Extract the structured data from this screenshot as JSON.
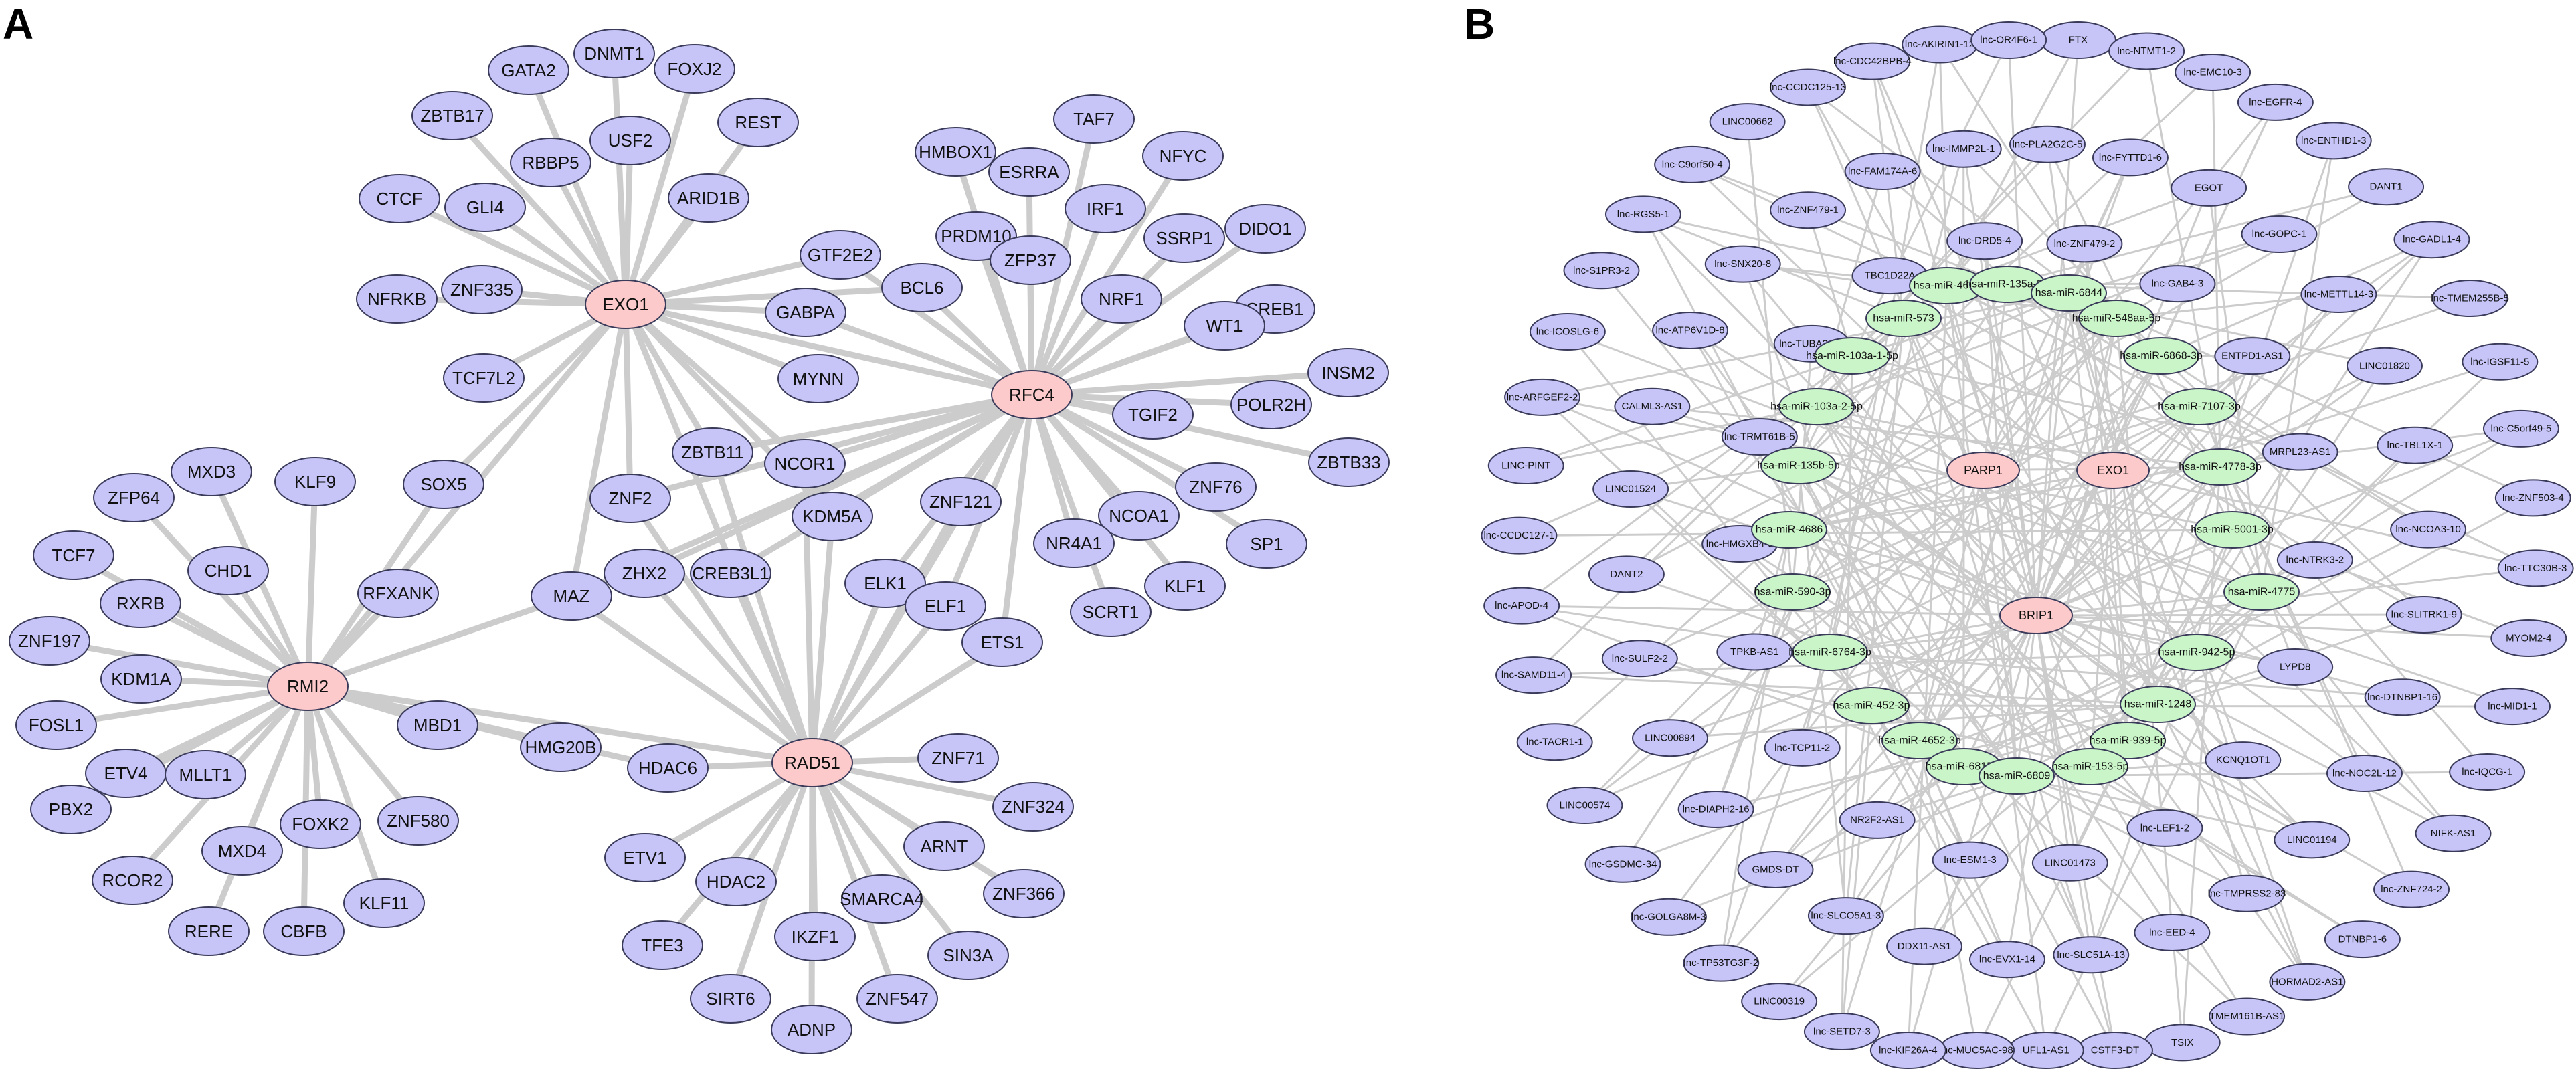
{
  "panels": {
    "a": "A",
    "b": "B"
  },
  "colors": {
    "tf": "#c7c5f7",
    "hub": "#fccacb",
    "mirna": "#caf5c8",
    "edge": "#cccccc",
    "stroke": "#3a3a5a"
  },
  "network_a": {
    "hubs": [
      "EXO1",
      "RFC4",
      "RMI2",
      "RAD51"
    ],
    "exo1_targets": [
      "GATA2",
      "DNMT1",
      "FOXJ2",
      "ZBTB17",
      "RBBP5",
      "USF2",
      "REST",
      "CTCF",
      "GLI4",
      "ARID1B",
      "NFRKB",
      "ZNF335",
      "TCF7L2",
      "SOX5",
      "GTF2E2",
      "GABPA",
      "MYNN",
      "BCL6",
      "ZBTB11",
      "MAZ",
      "NCOR1"
    ],
    "rfc4_targets": [
      "TAF7",
      "HMBOX1",
      "ESRRA",
      "NFYC",
      "IRF1",
      "PRDM10",
      "SSRP1",
      "DIDO1",
      "ZFP37",
      "NRF1",
      "CREB1",
      "WT1",
      "INSM2",
      "TGIF2",
      "POLR2H",
      "ZBTB33",
      "ZNF76",
      "NCOA1",
      "SP1",
      "NR4A1",
      "KLF1",
      "SCRT1",
      "ZNF121",
      "ELK1",
      "ELF1",
      "ETS1",
      "KDM5A",
      "CREB3L1",
      "ZNF2",
      "ZHX2"
    ],
    "rmi2_targets": [
      "MXD3",
      "ZFP64",
      "KLF9",
      "TCF7",
      "CHD1",
      "RXRB",
      "RFXANK",
      "ZNF197",
      "KDM1A",
      "FOSL1",
      "ETV4",
      "MLLT1",
      "PBX2",
      "MXD4",
      "FOXK2",
      "RCOR2",
      "ZNF580",
      "RERE",
      "CBFB",
      "KLF11",
      "MBD1",
      "HMG20B"
    ],
    "rad51_targets": [
      "HDAC6",
      "ZNF71",
      "ZNF324",
      "ARNT",
      "ETV1",
      "HDAC2",
      "ZNF366",
      "SMARCA4",
      "TFE3",
      "IKZF1",
      "SIN3A",
      "SIRT6",
      "ADNP",
      "ZNF547"
    ]
  },
  "network_b": {
    "hubs": [
      "PARP1",
      "EXO1",
      "BRIP1"
    ],
    "mirnas": [
      "hsa-miR-4691",
      "hsa-miR-135a-5p",
      "hsa-miR-6844",
      "hsa-miR-573",
      "hsa-miR-548aa-5p",
      "hsa-miR-103a-1-5p",
      "hsa-miR-6868-3p",
      "hsa-miR-103a-2-5p",
      "hsa-miR-7107-3p",
      "hsa-miR-135b-5p",
      "hsa-miR-4778-3p",
      "hsa-miR-4686",
      "hsa-miR-5001-3p",
      "hsa-miR-590-3p",
      "hsa-miR-4775",
      "hsa-miR-6764-3p",
      "hsa-miR-942-5p",
      "hsa-miR-452-3p",
      "hsa-miR-1248",
      "hsa-miR-4652-3p",
      "hsa-miR-939-5p",
      "hsa-miR-6815-3",
      "hsa-miR-6809",
      "hsa-miR-153-5p"
    ],
    "lncrnas": [
      "FTX",
      "lnc-NTMT1-2",
      "lnc-EMC10-3",
      "lnc-EGFR-4",
      "lnc-ENTHD1-3",
      "DANT1",
      "lnc-GADL1-4",
      "lnc-TMEM255B-5",
      "lnc-IGSF11-5",
      "lnc-C5orf49-5",
      "lnc-ZNF503-4",
      "lnc-TTC30B-3",
      "MYOM2-4",
      "lnc-MID1-1",
      "lnc-IQCG-1",
      "NIFK-AS1",
      "lnc-ZNF724-2",
      "DTNBP1-6",
      "HORMAD2-AS1",
      "TMEM161B-AS1",
      "TSIX",
      "CSTF3-DT",
      "UFL1-AS1",
      "lnc-MUC5AC-98",
      "lnc-KIF26A-4",
      "lnc-SETD7-3",
      "LINC00319",
      "lnc-TP53TG3F-2",
      "lnc-GOLGA8M-3",
      "lnc-GSDMC-34",
      "LINC00574",
      "lnc-TACR1-1",
      "lnc-SAMD11-4",
      "lnc-APOD-4",
      "lnc-CCDC127-1",
      "LINC-PINT",
      "lnc-ARFGEF2-2",
      "lnc-ICOSLG-6",
      "lnc-S1PR3-2",
      "lnc-RGS5-1",
      "lnc-C9orf50-4",
      "LINC00662",
      "lnc-CCDC125-13",
      "lnc-CDC42BPB-4",
      "lnc-AKIRIN1-12",
      "lnc-OR4F6-1",
      "lnc-PLA2G2C-5",
      "lnc-FYTTD1-6",
      "EGOT",
      "lnc-GOPC-1",
      "lnc-METTL14-3",
      "LINC01820",
      "lnc-TBL1X-1",
      "lnc-NCOA3-10",
      "lnc-SLITRK1-9",
      "lnc-DTNBP1-16",
      "lnc-NOC2L-12",
      "LINC01194",
      "lnc-TMPRSS2-83",
      "lnc-EED-4",
      "lnc-SLC51A-13",
      "lnc-EVX1-14",
      "DDX11-AS1",
      "lnc-SLCO5A1-3",
      "GMDS-DT",
      "lnc-DIAPH2-16",
      "LINC00894",
      "lnc-SULF2-2",
      "DANT2",
      "LINC01524",
      "CALML3-AS1",
      "lnc-ATP6V1D-8",
      "lnc-SNX20-8",
      "lnc-ZNF479-1",
      "lnc-FAM174A-6",
      "lnc-IMMP2L-1",
      "lnc-ZNF479-2",
      "lnc-GAB4-3",
      "ENTPD1-AS1",
      "MRPL23-AS1",
      "lnc-NTRK3-2",
      "LYPD8",
      "KCNQ1OT1",
      "lnc-LEF1-2",
      "LINC01473",
      "lnc-ESM1-3",
      "NR2F2-AS1",
      "lnc-TCP11-2",
      "TPKB-AS1",
      "lnc-HMGXB4-8",
      "lnc-TRMT61B-5",
      "lnc-TUBA3C-2",
      "TBC1D22A",
      "lnc-DRD5-4"
    ]
  }
}
